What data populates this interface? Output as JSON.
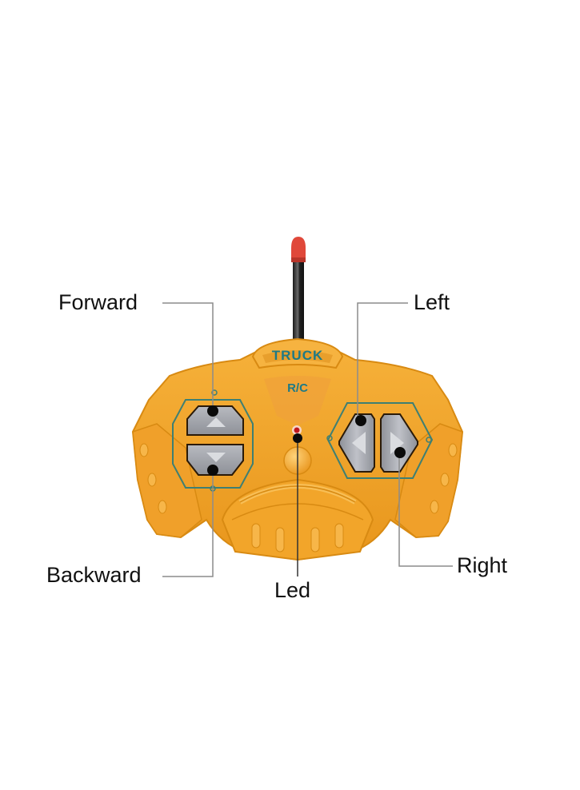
{
  "diagram": {
    "title": "",
    "subject": "Truck R/C remote control",
    "body_text": {
      "badge": "TRUCK",
      "subbadge": "R/C"
    },
    "callouts": [
      {
        "id": "forward",
        "label": "Forward",
        "target": "upper-left-button"
      },
      {
        "id": "backward",
        "label": "Backward",
        "target": "lower-left-button"
      },
      {
        "id": "led",
        "label": "Led",
        "target": "indicator-light"
      },
      {
        "id": "left",
        "label": "Left",
        "target": "left-arrow-button"
      },
      {
        "id": "right",
        "label": "Right",
        "target": "right-arrow-button"
      }
    ],
    "colors": {
      "body": "#F2A52A",
      "body_shadow": "#D98C14",
      "body_highlight": "#F8BE55",
      "button": "#9C9FA6",
      "button_light": "#C9CBD0",
      "teal_text": "#1E7A86",
      "outline_green": "#3E7F73",
      "antenna_tip": "#E0483A",
      "antenna_rod": "#2A2A2A",
      "led": "#C0171E",
      "callout_line": "#8C8C8C",
      "dot": "#0A0A0A"
    }
  }
}
